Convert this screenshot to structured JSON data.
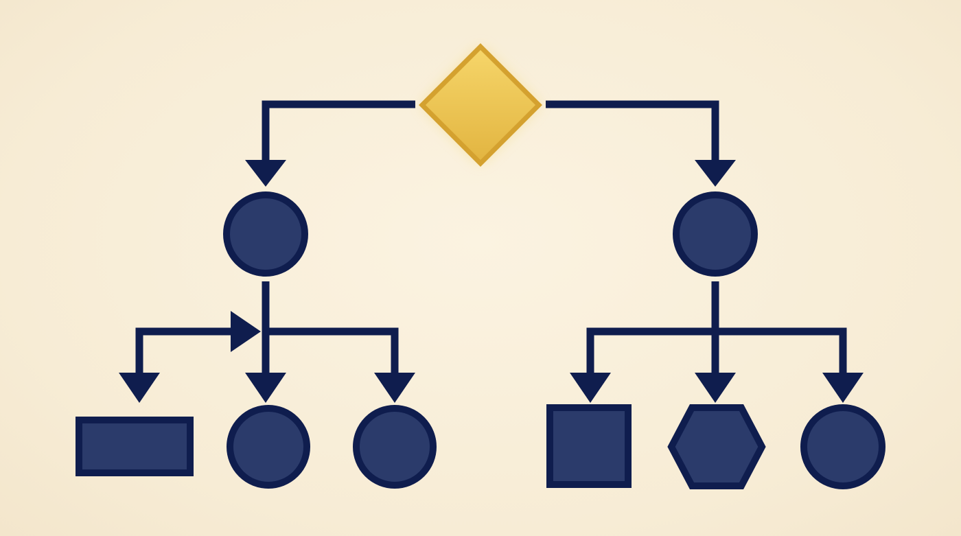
{
  "palette": {
    "background": "#f7ecd5",
    "stroke": "#0f1d4e",
    "node_fill": "#2b3b6b",
    "decision_fill": "#efc955",
    "decision_stroke": "#d4a12f",
    "decision_glow": "#f3d46a"
  },
  "nodes": [
    {
      "id": "decision",
      "shape": "diamond",
      "role": "decision"
    },
    {
      "id": "left-branch",
      "shape": "circle"
    },
    {
      "id": "right-branch",
      "shape": "circle"
    },
    {
      "id": "left-child-1",
      "shape": "rectangle"
    },
    {
      "id": "left-child-2",
      "shape": "circle"
    },
    {
      "id": "left-child-3",
      "shape": "circle"
    },
    {
      "id": "right-child-1",
      "shape": "square"
    },
    {
      "id": "right-child-2",
      "shape": "hexagon"
    },
    {
      "id": "right-child-3",
      "shape": "circle"
    }
  ],
  "edges": [
    {
      "from": "decision",
      "to": "left-branch"
    },
    {
      "from": "decision",
      "to": "right-branch"
    },
    {
      "from": "left-branch",
      "to": "left-child-1"
    },
    {
      "from": "left-branch",
      "to": "left-child-2"
    },
    {
      "from": "left-branch",
      "to": "left-child-3"
    },
    {
      "from": "right-branch",
      "to": "right-child-1"
    },
    {
      "from": "right-branch",
      "to": "right-child-2"
    },
    {
      "from": "right-branch",
      "to": "right-child-3"
    }
  ]
}
